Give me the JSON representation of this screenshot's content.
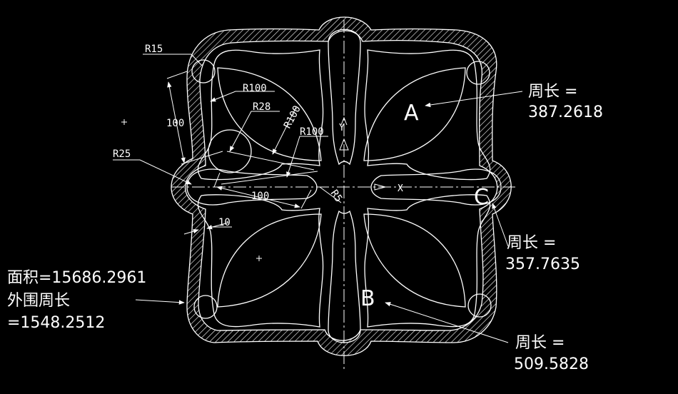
{
  "drawing": {
    "dim_labels": {
      "r15": "R15",
      "r100_a": "R100",
      "r28": "R28",
      "r100_b": "R100",
      "r100_c": "R100",
      "d100_v": "100",
      "r25": "R25",
      "d100_h": "100",
      "r5": "R5",
      "d10": "10"
    },
    "region_labels": {
      "a": "A",
      "b": "B",
      "c": "C"
    },
    "axis_labels": {
      "y": "Y",
      "x": "X"
    },
    "perimeter_a": {
      "label": "周长 =",
      "value": "387.2618"
    },
    "perimeter_c": {
      "label": "周长 =",
      "value": "357.7635"
    },
    "perimeter_b": {
      "label": "周长 =",
      "value": "509.5828"
    },
    "totals": {
      "area": "面积=15686.2961",
      "outer_label": "外围周长",
      "outer_value": "=1548.2512"
    },
    "colors": {
      "background": "#000000",
      "line": "#ffffff"
    }
  }
}
